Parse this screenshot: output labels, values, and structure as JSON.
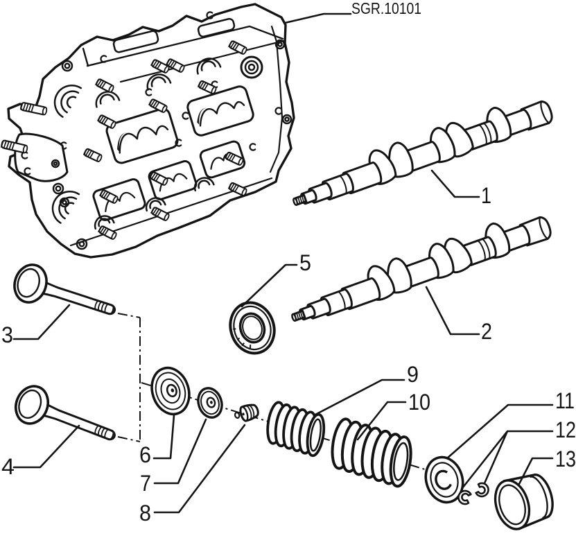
{
  "diagram": {
    "reference_code": "SGR.10101",
    "callouts": [
      {
        "label": "1"
      },
      {
        "label": "2"
      },
      {
        "label": "3"
      },
      {
        "label": "4"
      },
      {
        "label": "5"
      },
      {
        "label": "6"
      },
      {
        "label": "7"
      },
      {
        "label": "8"
      },
      {
        "label": "9"
      },
      {
        "label": "10"
      },
      {
        "label": "11"
      },
      {
        "label": "12"
      },
      {
        "label": "13"
      }
    ],
    "canvas": {
      "background": "#ffffff",
      "line_color": "#141414"
    }
  }
}
